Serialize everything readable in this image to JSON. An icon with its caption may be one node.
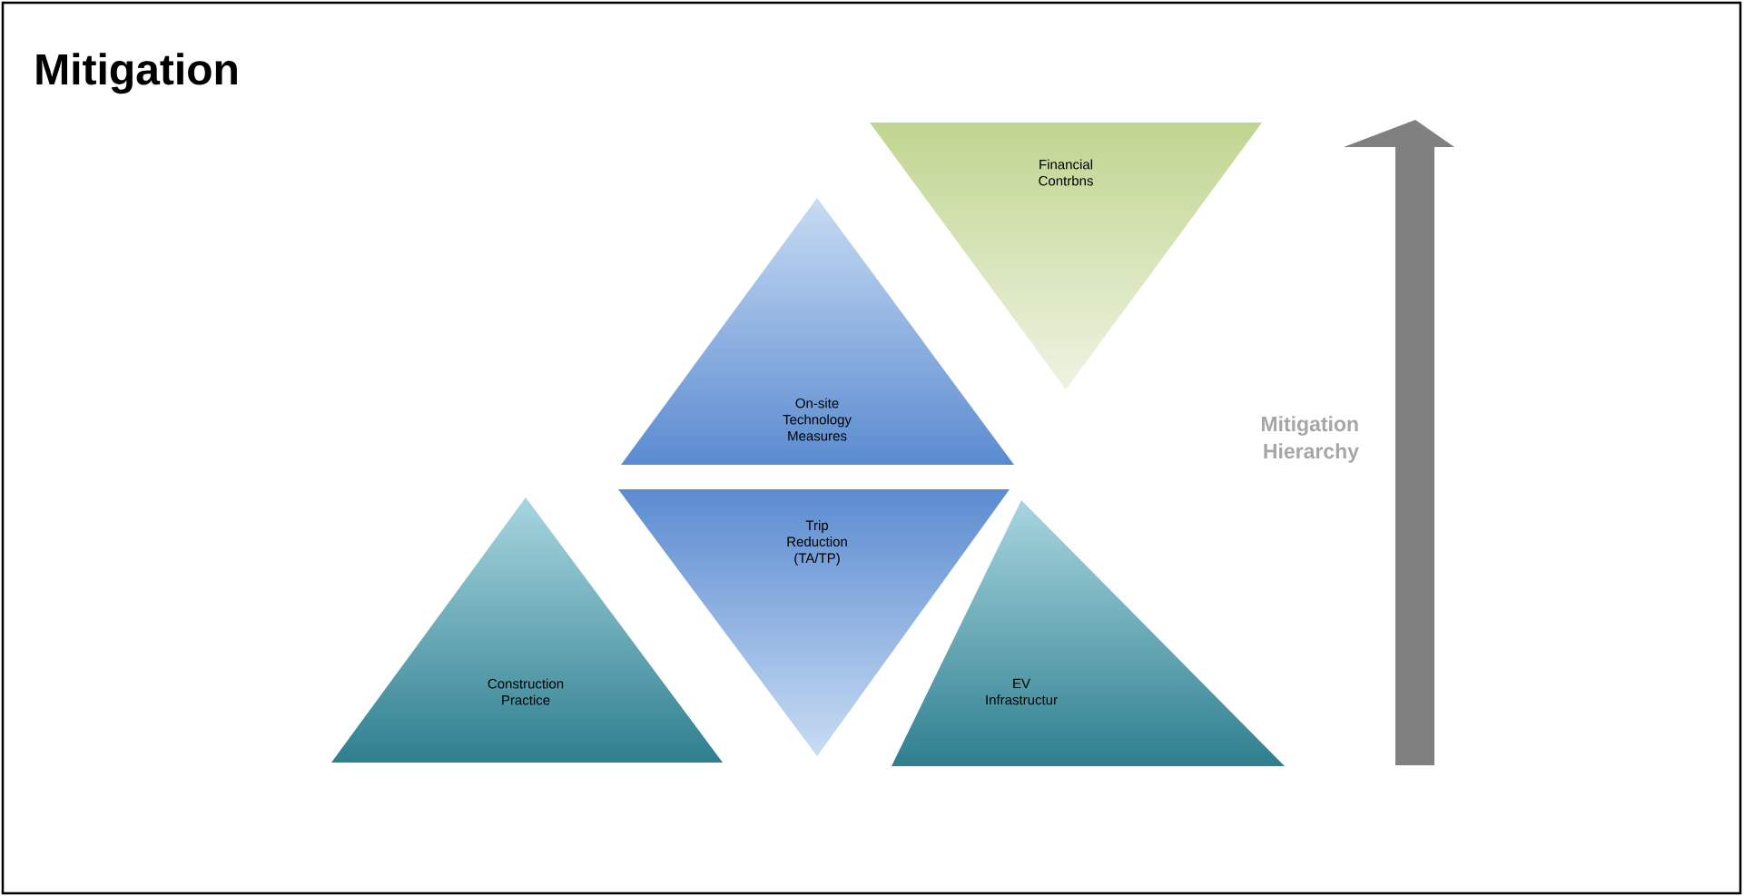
{
  "diagram": {
    "title": "Mitigation",
    "nodes": [
      {
        "text": [
          "Financial Contrbns"
        ]
      },
      {
        "text": [
          "On-site Technology Measures"
        ]
      },
      {
        "text": [
          "Trip Reduction (TA/TP)"
        ]
      },
      {
        "text": [
          "Construction Practice"
        ]
      },
      {
        "text": [
          "EV Infrastructur"
        ]
      }
    ],
    "labels": [
      "Mitigation Hierarchy"
    ]
  }
}
